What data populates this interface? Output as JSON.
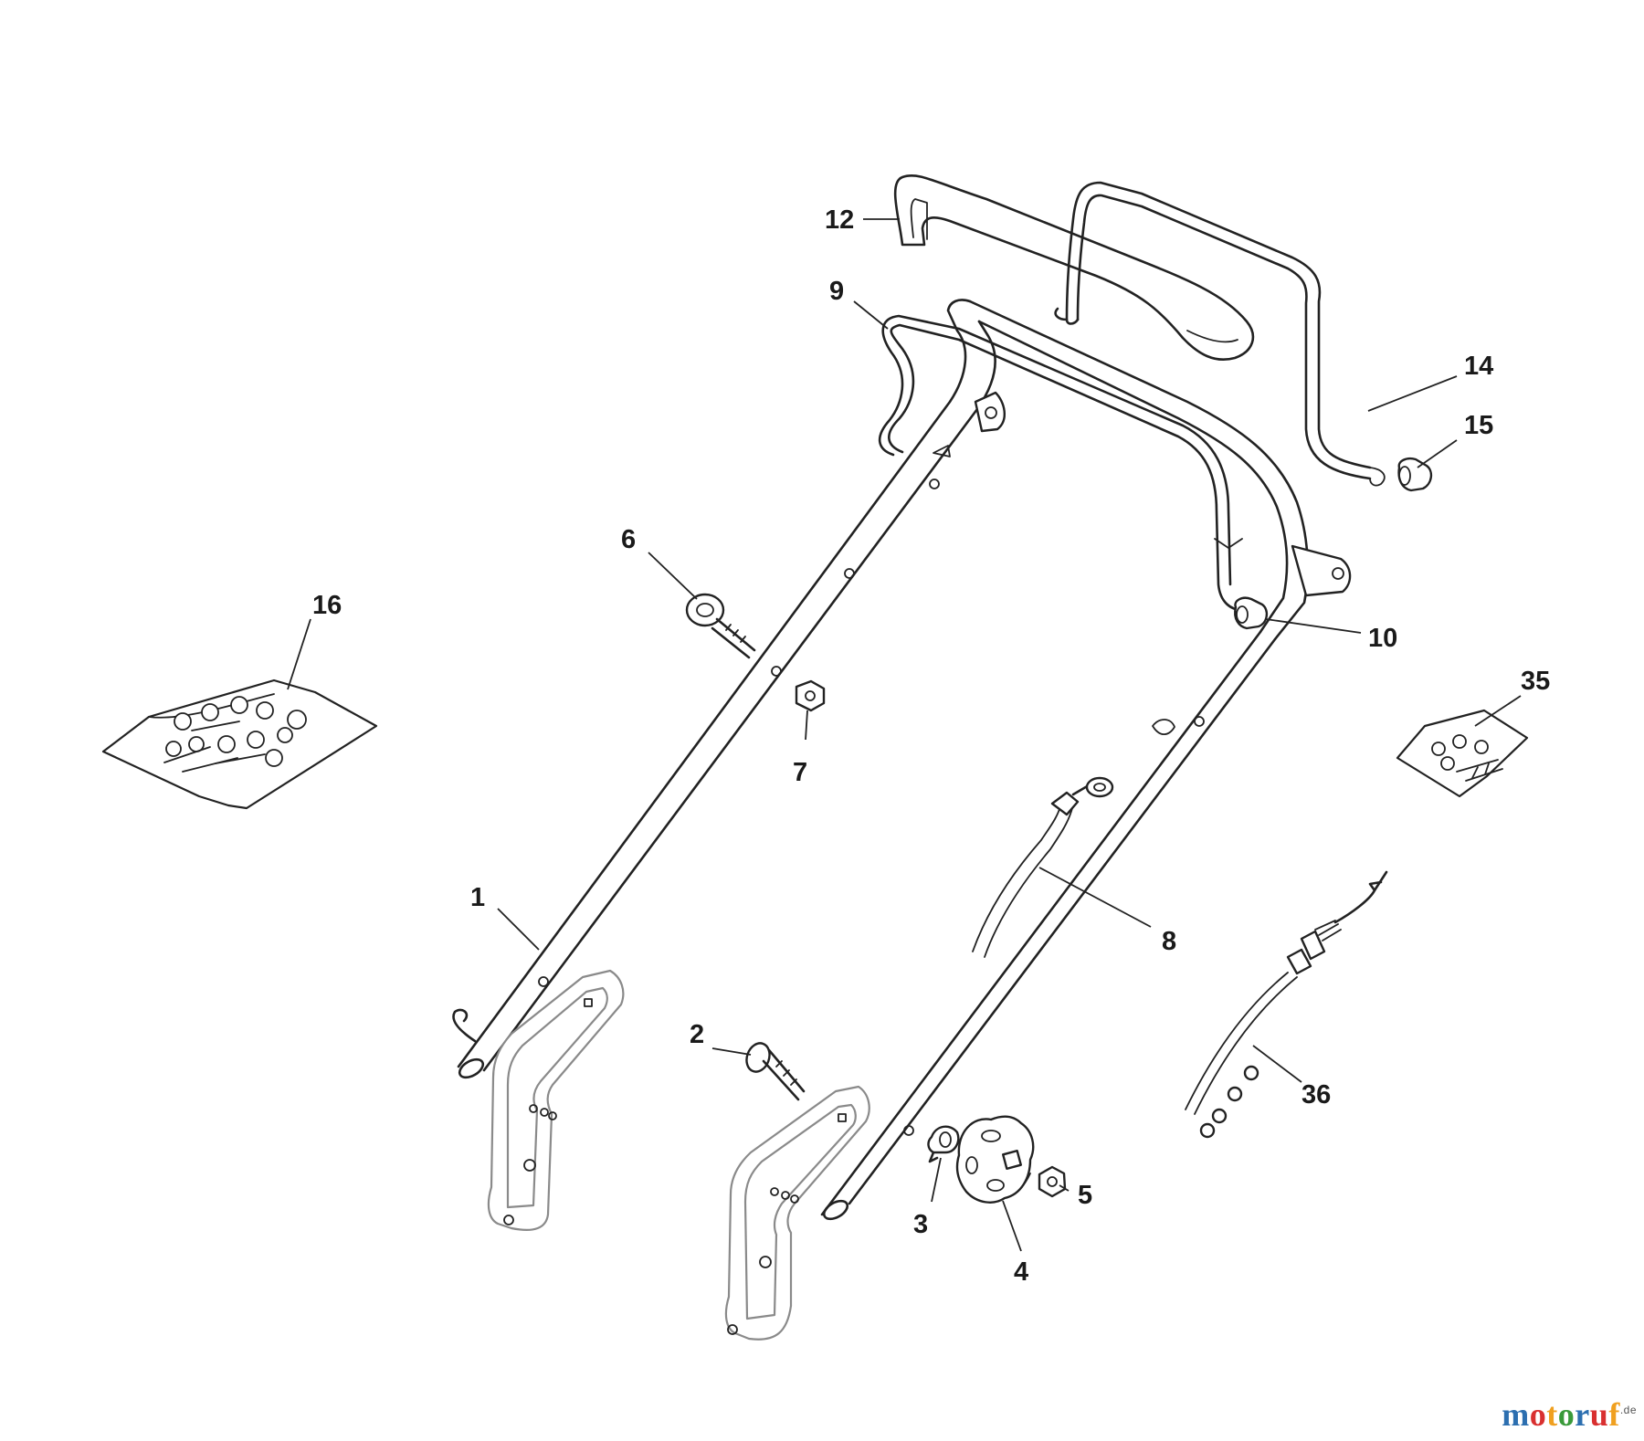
{
  "diagram": {
    "callouts": [
      {
        "id": "1",
        "label": "1"
      },
      {
        "id": "2",
        "label": "2"
      },
      {
        "id": "3",
        "label": "3"
      },
      {
        "id": "4",
        "label": "4"
      },
      {
        "id": "5",
        "label": "5"
      },
      {
        "id": "6",
        "label": "6"
      },
      {
        "id": "7",
        "label": "7"
      },
      {
        "id": "8",
        "label": "8"
      },
      {
        "id": "9",
        "label": "9"
      },
      {
        "id": "10",
        "label": "10"
      },
      {
        "id": "12",
        "label": "12"
      },
      {
        "id": "14",
        "label": "14"
      },
      {
        "id": "15",
        "label": "15"
      },
      {
        "id": "16",
        "label": "16"
      },
      {
        "id": "35",
        "label": "35"
      },
      {
        "id": "36",
        "label": "36"
      }
    ]
  },
  "watermark": {
    "letters": [
      "m",
      "o",
      "t",
      "o",
      "r",
      "u",
      "f"
    ],
    "colors": [
      "#2c6fb0",
      "#d93030",
      "#f0a020",
      "#3a9a3a",
      "#2c6fb0",
      "#d93030",
      "#f0a020"
    ],
    "suffix": ".de"
  }
}
